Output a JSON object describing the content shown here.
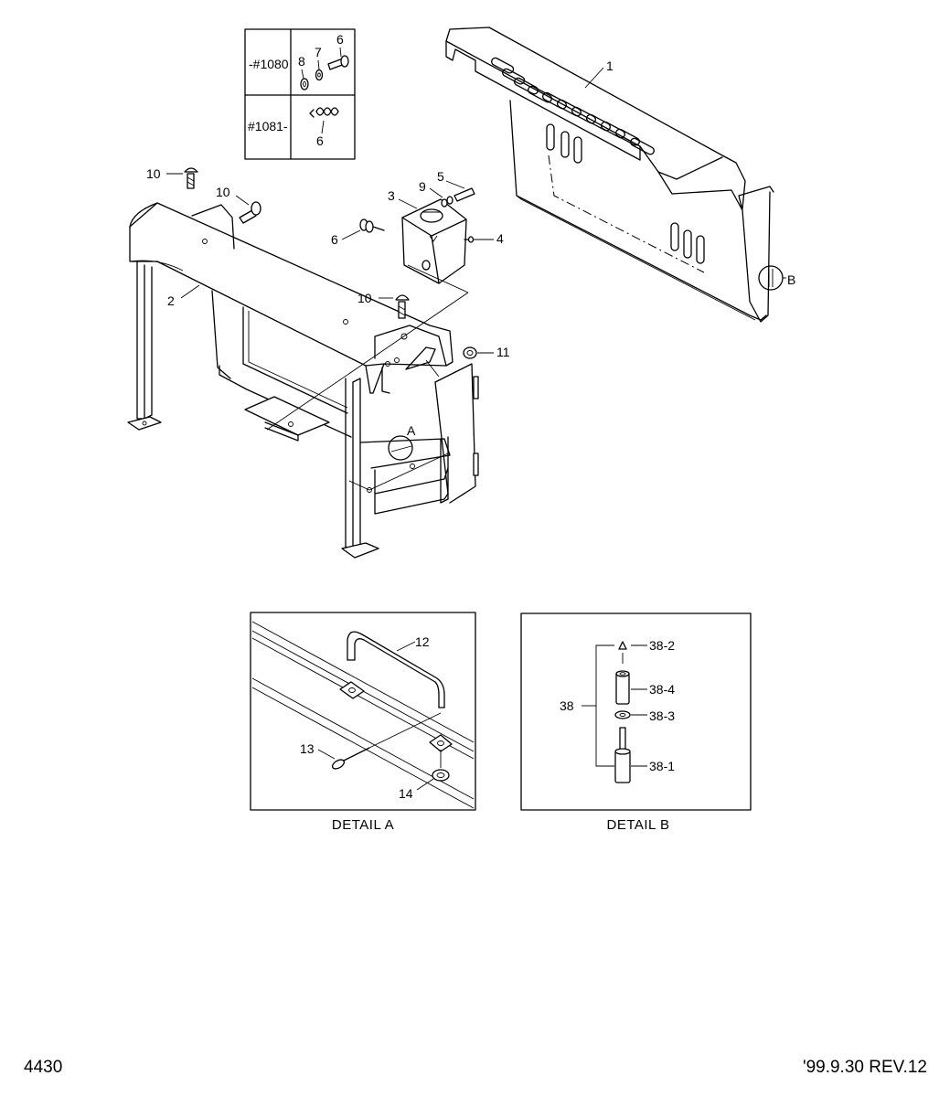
{
  "table": {
    "row1_label": "-#1080",
    "row2_label": "#1081-",
    "row1_parts": [
      "8",
      "7",
      "6"
    ],
    "row2_parts": [
      "6"
    ]
  },
  "callouts": {
    "c1": "1",
    "c2": "2",
    "c3": "3",
    "c4": "4",
    "c5": "5",
    "c6": "6",
    "c9": "9",
    "c10a": "10",
    "c10b": "10",
    "c10c": "10",
    "c11": "11",
    "markA": "A",
    "markB": "B"
  },
  "detail_a": {
    "caption": "DETAIL A",
    "parts": [
      "12",
      "13",
      "14"
    ]
  },
  "detail_b": {
    "caption": "DETAIL B",
    "group": "38",
    "parts": [
      "38-2",
      "38-4",
      "38-3",
      "38-1"
    ]
  },
  "footer": {
    "page_number": "4430",
    "revision": "'99.9.30 REV.12"
  }
}
